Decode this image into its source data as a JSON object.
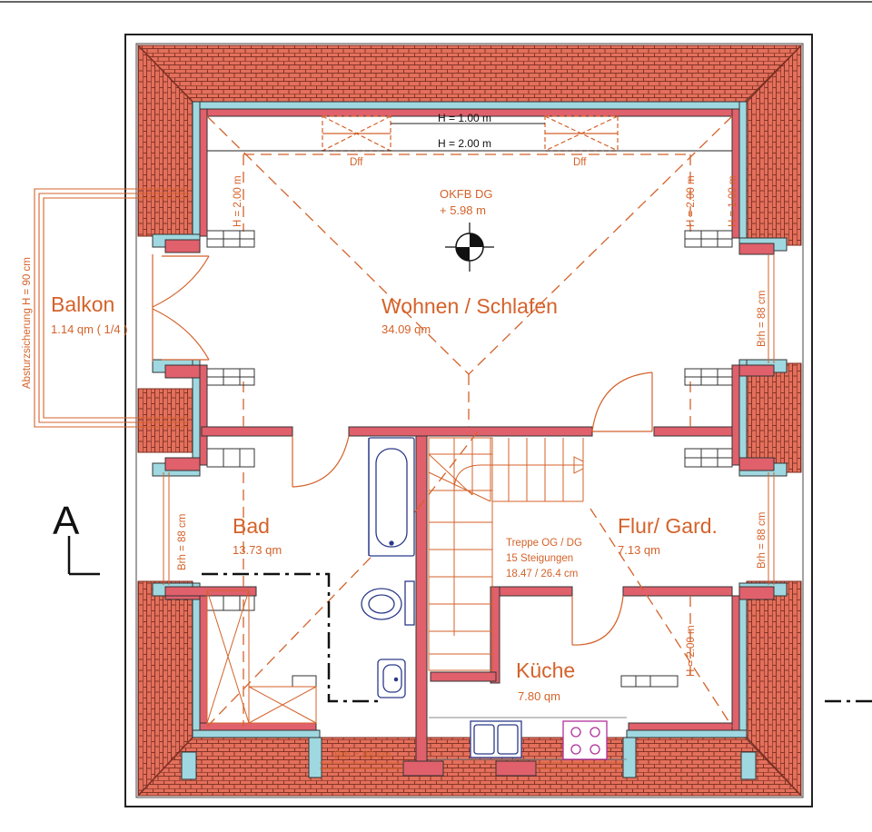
{
  "colors": {
    "roof_tile": "#e4705c",
    "roof_line": "#7a2e22",
    "wall_pink": "#e0606c",
    "insulation": "#9fd8e0",
    "label_orange": "#d4622a",
    "fixture_blue": "#2b3a8a",
    "stove_purple": "#b0309a",
    "background": "#ffffff"
  },
  "rooms": {
    "wohnen": {
      "name": "Wohnen / Schlafen",
      "area": "34.09 qm"
    },
    "balkon": {
      "name": "Balkon",
      "area": "1.14 qm ( 1/4 )"
    },
    "bad": {
      "name": "Bad",
      "area": "13.73 qm"
    },
    "flur": {
      "name": "Flur/ Gard.",
      "area": "7.13 qm"
    },
    "kueche": {
      "name": "Küche",
      "area": "7.80 qm"
    }
  },
  "labels": {
    "h1": "H = 1.00 m",
    "h2": "H = 2.00 m",
    "okfb_1": "OKFB DG",
    "okfb_2": "+ 5.98 m",
    "dff_left": "Dff",
    "dff_right": "Dff",
    "h2_left_vertical": "H = 2.00 m",
    "h2_right_vertical": "H = 2.00 m",
    "h1_right_vertical": "H = 1.00 m",
    "h2_kitchen_vertical": "H = 2.00 m",
    "absturz": "Absturzsicherung H = 90 cm",
    "brh_right_top": "Brh = 88 cm",
    "brh_right_mid": "Brh = 88 cm",
    "brh_left": "Brh = 88 cm",
    "brh_bottom": "Brh = 88 cm",
    "stair_1": "Treppe OG / DG",
    "stair_2": "15 Steigungen",
    "stair_3": "18.47 / 26.4 cm",
    "section": "A"
  }
}
